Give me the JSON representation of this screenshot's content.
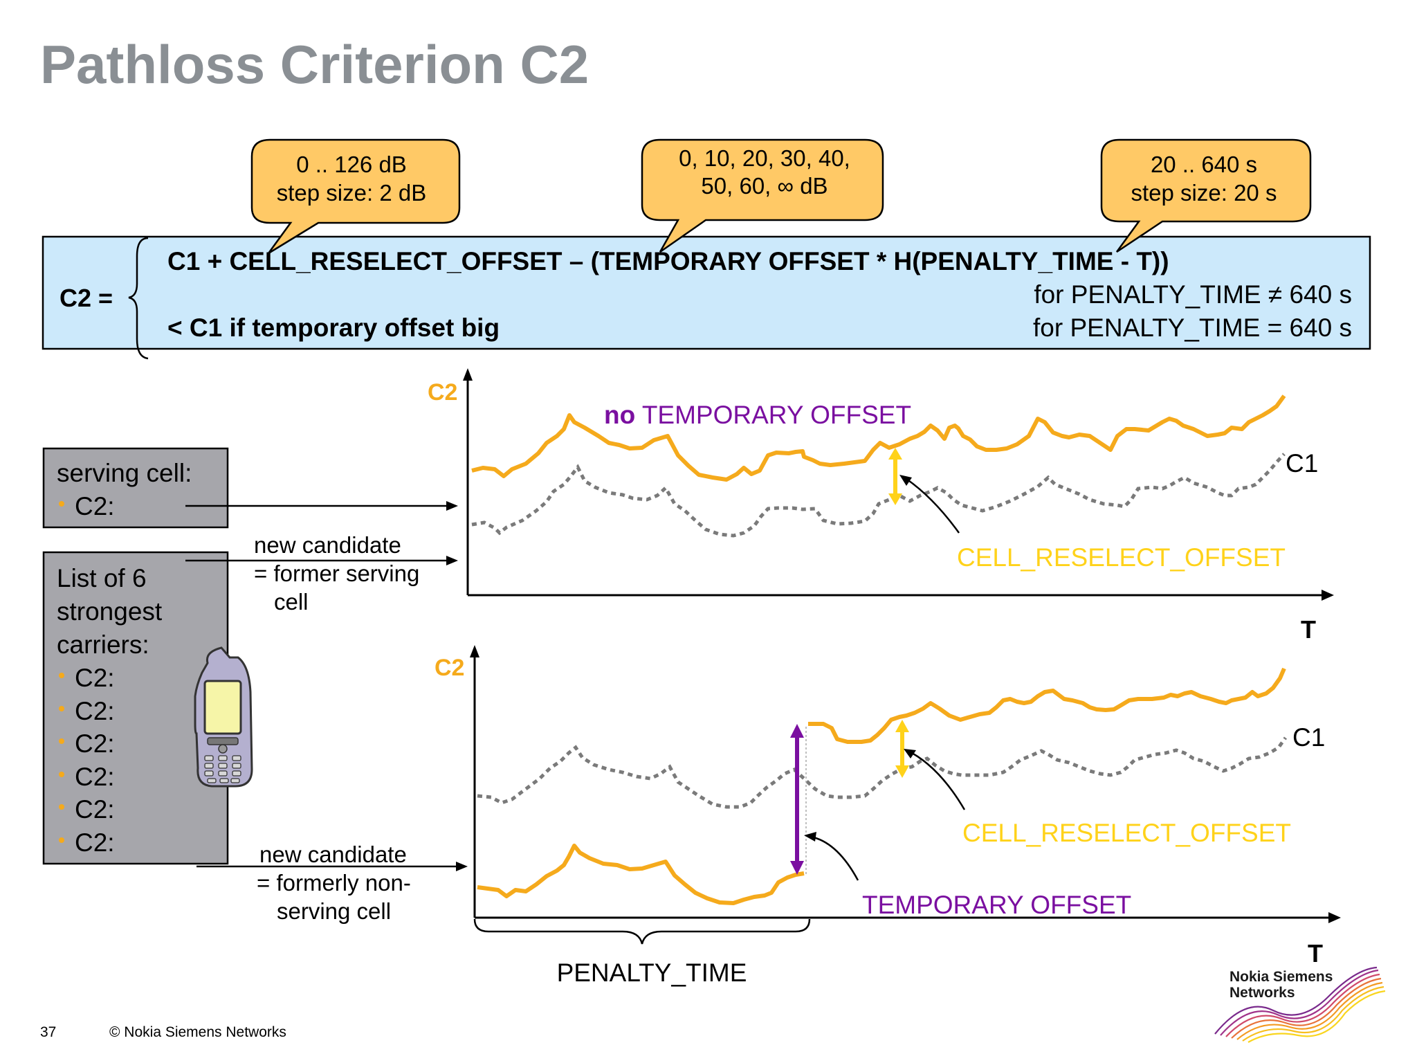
{
  "title": "Pathloss Criterion C2",
  "callouts": {
    "left": {
      "line1": "0 .. 126 dB",
      "line2": "step size: 2 dB"
    },
    "middle": {
      "line1": "0, 10, 20, 30, 40,",
      "line2": "50, 60, ∞ dB"
    },
    "right": {
      "line1": "20 .. 640 s",
      "line2": "step size: 20 s"
    }
  },
  "formula": {
    "lhs": "C2 =",
    "line1": "C1 + CELL_RESELECT_OFFSET – (TEMPORARY OFFSET * H(PENALTY_TIME - T))",
    "cond1": "for PENALTY_TIME ≠ 640 s",
    "line2": "< C1 if temporary offset big",
    "cond2": "for PENALTY_TIME = 640 s"
  },
  "serving_box": {
    "heading": "serving cell:",
    "items": [
      "C2:"
    ]
  },
  "strongest_box": {
    "heading_lines": [
      "List of 6",
      "strongest",
      "carriers:"
    ],
    "items": [
      "C2:",
      "C2:",
      "C2:",
      "C2:",
      "C2:",
      "C2:"
    ]
  },
  "labels": {
    "cand1": [
      "new candidate",
      "= former serving",
      "cell"
    ],
    "cand2": [
      "new candidate",
      "= formerly non-",
      "serving cell"
    ]
  },
  "top_chart": {
    "ylabel": "C2",
    "xlabel": "T",
    "heading_bold": "no",
    "heading_rest": " TEMPORARY OFFSET",
    "c1_label": "C1",
    "reselect_label": "CELL_RESELECT_OFFSET"
  },
  "bottom_chart": {
    "ylabel": "C2",
    "xlabel": "T",
    "c1_label": "C1",
    "reselect_label": "CELL_RESELECT_OFFSET",
    "temp_label": "TEMPORARY OFFSET",
    "penalty_label": "PENALTY_TIME"
  },
  "footer": {
    "page": "37",
    "copyright": "© Nokia Siemens Networks",
    "logo_line1": "Nokia Siemens",
    "logo_line2": "Networks"
  },
  "colors": {
    "title": "#8a8f94",
    "callout_fill": "#ffc966",
    "formula_fill": "#cce9fb",
    "box_fill": "#a6a6ab",
    "orange": "#f5aa1c",
    "yellow": "#ffd21a",
    "purple": "#7a0fa0",
    "gray_dotted": "#7a7a7a"
  }
}
